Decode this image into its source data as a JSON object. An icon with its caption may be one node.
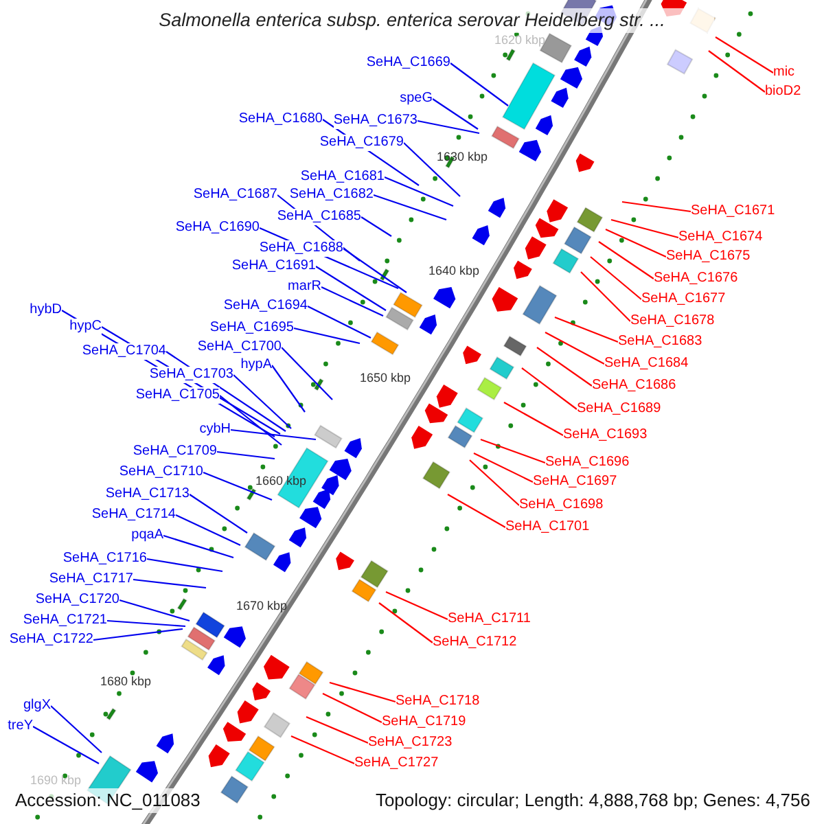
{
  "diagram": {
    "title": "Salmonella enterica subsp. enterica serovar Heidelberg str. ...",
    "nodes": [
      {
        "text": [
          "SeHA_C1669"
        ]
      },
      {
        "text": [
          "mic"
        ]
      },
      {
        "text": [
          "bioD2"
        ]
      },
      {
        "text": [
          "speG"
        ]
      },
      {
        "text": [
          "SeHA_C1680"
        ]
      },
      {
        "text": [
          "SeHA_C1673"
        ]
      },
      {
        "text": [
          "SeHA_C1679"
        ]
      },
      {
        "text": [
          "SeHA_C1681"
        ]
      },
      {
        "text": [
          "SeHA_C1687"
        ]
      },
      {
        "text": [
          "SeHA_C1682"
        ]
      },
      {
        "text": [
          "SeHA_C1671"
        ]
      },
      {
        "text": [
          "SeHA_C1685"
        ]
      },
      {
        "text": [
          "SeHA_C1690"
        ]
      },
      {
        "text": [
          "SeHA_C1674"
        ]
      },
      {
        "text": [
          "SeHA_C1688"
        ]
      },
      {
        "text": [
          "SeHA_C1675"
        ]
      },
      {
        "text": [
          "SeHA_C1691"
        ]
      },
      {
        "text": [
          "SeHA_C1676"
        ]
      },
      {
        "text": [
          "marR"
        ]
      },
      {
        "text": [
          "SeHA_C1677"
        ]
      },
      {
        "text": [
          "SeHA_C1694"
        ]
      },
      {
        "text": [
          "hybD"
        ]
      },
      {
        "text": [
          "SeHA_C1678"
        ]
      },
      {
        "text": [
          "hypC"
        ]
      },
      {
        "text": [
          "SeHA_C1695"
        ]
      },
      {
        "text": [
          "SeHA_C1683"
        ]
      },
      {
        "text": [
          "SeHA_C1700"
        ]
      },
      {
        "text": [
          "SeHA_C1704"
        ]
      },
      {
        "text": [
          "SeHA_C1684"
        ]
      },
      {
        "text": [
          "hypA"
        ]
      },
      {
        "text": [
          "SeHA_C1703"
        ]
      },
      {
        "text": [
          "SeHA_C1686"
        ]
      },
      {
        "text": [
          "SeHA_C1705"
        ]
      },
      {
        "text": [
          "SeHA_C1689"
        ]
      },
      {
        "text": [
          "cybH"
        ]
      },
      {
        "text": [
          "SeHA_C1693"
        ]
      },
      {
        "text": [
          "SeHA_C1709"
        ]
      },
      {
        "text": [
          "SeHA_C1696"
        ]
      },
      {
        "text": [
          "SeHA_C1710"
        ]
      },
      {
        "text": [
          "SeHA_C1697"
        ]
      },
      {
        "text": [
          "SeHA_C1713"
        ]
      },
      {
        "text": [
          "SeHA_C1698"
        ]
      },
      {
        "text": [
          "SeHA_C1714"
        ]
      },
      {
        "text": [
          "SeHA_C1701"
        ]
      },
      {
        "text": [
          "pqaA"
        ]
      },
      {
        "text": [
          "SeHA_C1716"
        ]
      },
      {
        "text": [
          "SeHA_C1717"
        ]
      },
      {
        "text": [
          "SeHA_C1720"
        ]
      },
      {
        "text": [
          "SeHA_C1711"
        ]
      },
      {
        "text": [
          "SeHA_C1721"
        ]
      },
      {
        "text": [
          "SeHA_C1722"
        ]
      },
      {
        "text": [
          "SeHA_C1712"
        ]
      },
      {
        "text": [
          "SeHA_C1718"
        ]
      },
      {
        "text": [
          "glgX"
        ]
      },
      {
        "text": [
          "SeHA_C1719"
        ]
      },
      {
        "text": [
          "treY"
        ]
      },
      {
        "text": [
          "SeHA_C1723"
        ]
      },
      {
        "text": [
          "SeHA_C1727"
        ]
      }
    ],
    "edges": [
      {
        "from": 0,
        "to": null,
        "arrow": "none"
      },
      {
        "from": 1,
        "to": null,
        "arrow": "none",
        "color": "#ff0000"
      },
      {
        "from": 2,
        "to": null,
        "arrow": "none",
        "color": "#ff0000"
      },
      {
        "from": 3,
        "to": null,
        "arrow": "none"
      },
      {
        "from": 4,
        "to": null,
        "arrow": "none"
      },
      {
        "from": 5,
        "to": null,
        "arrow": "none"
      },
      {
        "from": 6,
        "to": null,
        "arrow": "none"
      },
      {
        "from": 7,
        "to": null,
        "arrow": "none"
      },
      {
        "from": 8,
        "to": null,
        "arrow": "none"
      },
      {
        "from": 9,
        "to": null,
        "arrow": "none"
      },
      {
        "from": 10,
        "to": null,
        "arrow": "none",
        "color": "#ff0000"
      },
      {
        "from": 11,
        "to": null,
        "arrow": "none"
      },
      {
        "from": 12,
        "to": null,
        "arrow": "none"
      },
      {
        "from": 13,
        "to": null,
        "arrow": "none",
        "color": "#ff0000"
      },
      {
        "from": 14,
        "to": null,
        "arrow": "none"
      },
      {
        "from": 15,
        "to": null,
        "arrow": "none",
        "color": "#ff0000"
      },
      {
        "from": 16,
        "to": null,
        "arrow": "none"
      },
      {
        "from": 17,
        "to": null,
        "arrow": "none",
        "color": "#ff0000"
      },
      {
        "from": 18,
        "to": null,
        "arrow": "none"
      },
      {
        "from": 19,
        "to": null,
        "arrow": "none",
        "color": "#ff0000"
      },
      {
        "from": 20,
        "to": null,
        "arrow": "none"
      },
      {
        "from": 21,
        "to": null,
        "arrow": "none"
      },
      {
        "from": 22,
        "to": null,
        "arrow": "none",
        "color": "#ff0000"
      },
      {
        "from": 23,
        "to": null,
        "arrow": "none"
      },
      {
        "from": 24,
        "to": null,
        "arrow": "none"
      },
      {
        "from": 25,
        "to": null,
        "arrow": "none",
        "color": "#ff0000"
      },
      {
        "from": 26,
        "to": null,
        "arrow": "none"
      },
      {
        "from": 27,
        "to": null,
        "arrow": "none"
      },
      {
        "from": 28,
        "to": null,
        "arrow": "none",
        "color": "#ff0000"
      },
      {
        "from": 29,
        "to": null,
        "arrow": "none"
      },
      {
        "from": 30,
        "to": null,
        "arrow": "none"
      },
      {
        "from": 31,
        "to": null,
        "arrow": "none",
        "color": "#ff0000"
      },
      {
        "from": 32,
        "to": null,
        "arrow": "none"
      },
      {
        "from": 33,
        "to": null,
        "arrow": "none",
        "color": "#ff0000"
      },
      {
        "from": 34,
        "to": null,
        "arrow": "none"
      },
      {
        "from": 35,
        "to": null,
        "arrow": "none",
        "color": "#ff0000"
      },
      {
        "from": 36,
        "to": null,
        "arrow": "none"
      },
      {
        "from": 37,
        "to": null,
        "arrow": "none",
        "color": "#ff0000"
      },
      {
        "from": 38,
        "to": null,
        "arrow": "none"
      },
      {
        "from": 39,
        "to": null,
        "arrow": "none",
        "color": "#ff0000"
      },
      {
        "from": 40,
        "to": null,
        "arrow": "none"
      },
      {
        "from": 41,
        "to": null,
        "arrow": "none",
        "color": "#ff0000"
      },
      {
        "from": 42,
        "to": null,
        "arrow": "none"
      },
      {
        "from": 43,
        "to": null,
        "arrow": "none",
        "color": "#ff0000"
      },
      {
        "from": 44,
        "to": null,
        "arrow": "none"
      },
      {
        "from": 45,
        "to": null,
        "arrow": "none"
      },
      {
        "from": 46,
        "to": null,
        "arrow": "none"
      },
      {
        "from": 47,
        "to": null,
        "arrow": "none"
      },
      {
        "from": 48,
        "to": null,
        "arrow": "none",
        "color": "#ff0000"
      },
      {
        "from": 49,
        "to": null,
        "arrow": "none"
      },
      {
        "from": 50,
        "to": null,
        "arrow": "none"
      },
      {
        "from": 51,
        "to": null,
        "arrow": "none",
        "color": "#ff0000"
      },
      {
        "from": 52,
        "to": null,
        "arrow": "none",
        "color": "#ff0000"
      },
      {
        "from": 53,
        "to": null,
        "arrow": "none"
      },
      {
        "from": 54,
        "to": null,
        "arrow": "none",
        "color": "#ff0000"
      },
      {
        "from": 55,
        "to": null,
        "arrow": "none"
      },
      {
        "from": 56,
        "to": null,
        "arrow": "none",
        "color": "#ff0000"
      },
      {
        "from": 57,
        "to": null,
        "arrow": "none",
        "color": "#ff0000"
      }
    ],
    "labels": [
      "1620 kbp",
      "1630 kbp",
      "1640 kbp",
      "1650 kbp",
      "1660 kbp",
      "1670 kbp",
      "1680 kbp",
      "1690 kbp",
      "Accession: NC_011083",
      "Topology: circular; Length: 4,888,768 bp; Genes: 4,756"
    ]
  }
}
